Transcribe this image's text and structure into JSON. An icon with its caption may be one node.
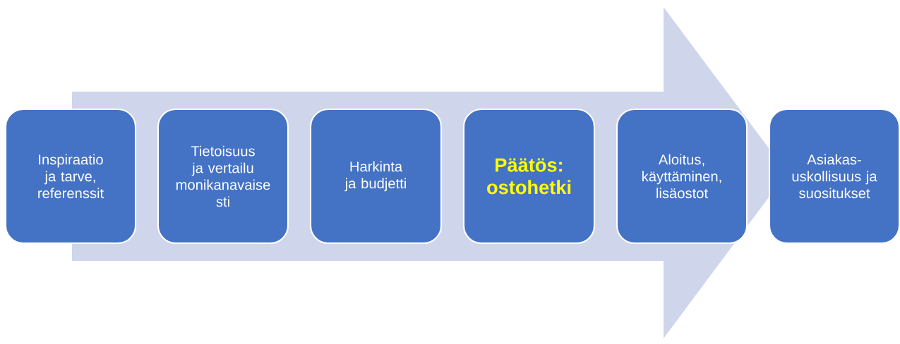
{
  "diagram": {
    "nodes": [
      {
        "text": [
          "Inspiraatio ja tarve, referenssit"
        ]
      },
      {
        "text": [
          "Tietoisuus ja vertailu monikanavaise sti"
        ]
      },
      {
        "text": [
          "Harkinta ja budjetti"
        ]
      },
      {
        "text": [
          "Päätös: ostohetki"
        ]
      },
      {
        "text": [
          "Aloitus, käyttäminen, lisäostot"
        ]
      },
      {
        "text": [
          "Asiakas-uskollisuus ja suositukset"
        ]
      }
    ]
  }
}
